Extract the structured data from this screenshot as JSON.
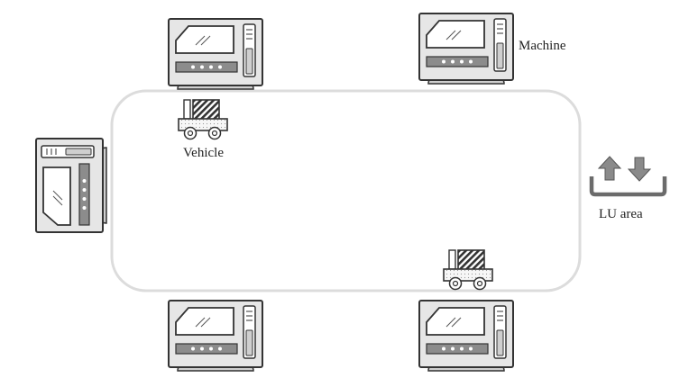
{
  "labels": {
    "machine": "Machine",
    "vehicle": "Vehicle",
    "lu_area": "LU area"
  },
  "machines": [
    {
      "id": "top-left"
    },
    {
      "id": "top-right"
    },
    {
      "id": "left"
    },
    {
      "id": "bottom-left"
    },
    {
      "id": "bottom-right"
    }
  ],
  "vehicles": [
    {
      "id": "top-left"
    },
    {
      "id": "bottom-right"
    }
  ],
  "colors": {
    "track": "#dcdcdc",
    "outline": "#333333",
    "machine_body": "#e6e6e6",
    "panel_dark": "#888888",
    "arrow": "#8a8a8a",
    "tray": "#6b6b6b"
  }
}
